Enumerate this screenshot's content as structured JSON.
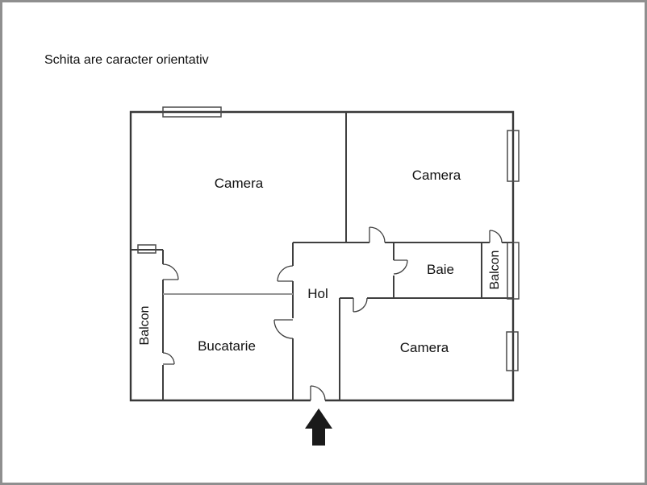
{
  "title": "Schita are caracter orientativ",
  "rooms": {
    "camera_top_left": {
      "label": "Camera"
    },
    "camera_top_right": {
      "label": "Camera"
    },
    "camera_bottom_right": {
      "label": "Camera"
    },
    "hol": {
      "label": "Hol"
    },
    "baie": {
      "label": "Baie"
    },
    "bucatarie": {
      "label": "Bucatarie"
    },
    "balcon_left": {
      "label": "Balcon"
    },
    "balcon_right": {
      "label": "Balcon"
    }
  },
  "icons": {
    "entrance_arrow": "arrow-up"
  },
  "colors": {
    "wall": "#383838",
    "light_partition": "#949494",
    "frame": "#8f8f8f",
    "arrow": "#1a1a1a",
    "background": "#ffffff"
  }
}
